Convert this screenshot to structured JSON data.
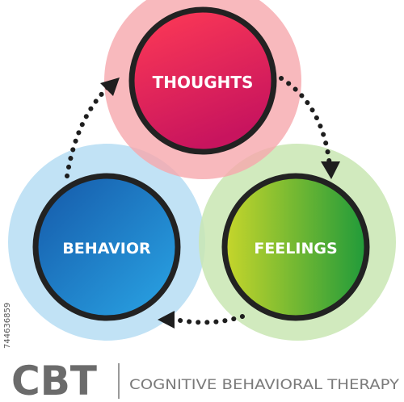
{
  "nodes": [
    {
      "id": "thoughts",
      "label": "THOUGHTS",
      "halo_color": "#f6a8ad",
      "fill_start": "#ff3b55",
      "fill_end": "#c8145e"
    },
    {
      "id": "feelings",
      "label": "FEELINGS",
      "halo_color": "#c9e6b3",
      "fill_start": "#c7d62b",
      "fill_end": "#1f9a3a"
    },
    {
      "id": "behavior",
      "label": "BEHAVIOR",
      "halo_color": "#b6ddf3",
      "fill_start": "#1558a8",
      "fill_end": "#2aa6e6"
    }
  ],
  "ring_color": "#222222",
  "arrow_color": "#1e1e1e",
  "footer": {
    "title": "CBT",
    "subtitle": "COGNITIVE BEHAVIORAL THERAPY"
  },
  "stock_id": "744636859"
}
